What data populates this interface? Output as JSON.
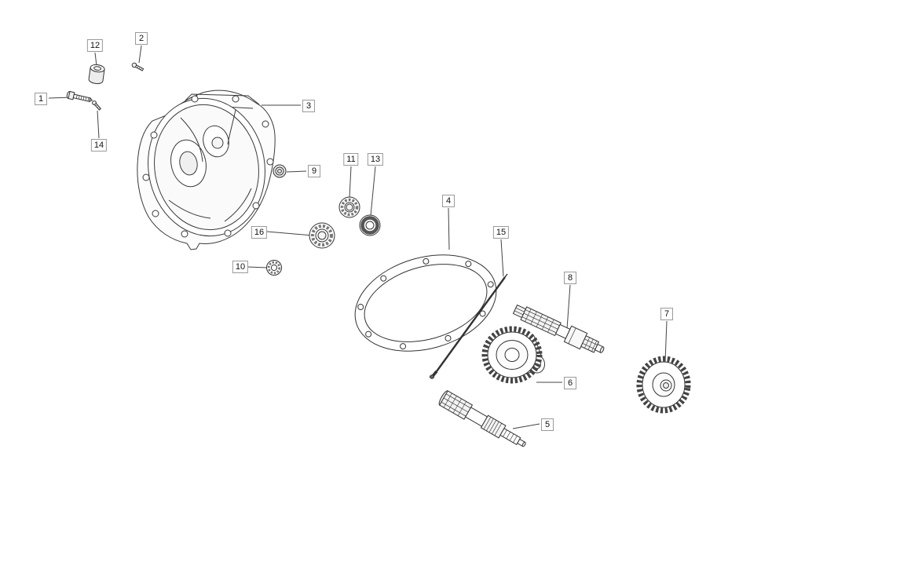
{
  "diagram": {
    "type": "exploded-parts-diagram",
    "subject": "gear-case-transmission-assembly",
    "background_color": "#ffffff",
    "line_color": "#333333",
    "callout_border_color": "#9a9a9a",
    "callout_text_color": "#111111"
  },
  "callouts": [
    {
      "label": "1",
      "part": "bolt"
    },
    {
      "label": "2",
      "part": "screw"
    },
    {
      "label": "3",
      "part": "gear-case-cover"
    },
    {
      "label": "4",
      "part": "gasket"
    },
    {
      "label": "5",
      "part": "output-shaft"
    },
    {
      "label": "6",
      "part": "gear-wheel-cluster"
    },
    {
      "label": "7",
      "part": "gear-wheel"
    },
    {
      "label": "8",
      "part": "input-shaft"
    },
    {
      "label": "9",
      "part": "nut"
    },
    {
      "label": "10",
      "part": "small-bearing"
    },
    {
      "label": "11",
      "part": "ball-bearing"
    },
    {
      "label": "12",
      "part": "spacer-bushing"
    },
    {
      "label": "13",
      "part": "oil-seal"
    },
    {
      "label": "14",
      "part": "screw"
    },
    {
      "label": "15",
      "part": "stud"
    },
    {
      "label": "16",
      "part": "ball-bearing"
    }
  ]
}
